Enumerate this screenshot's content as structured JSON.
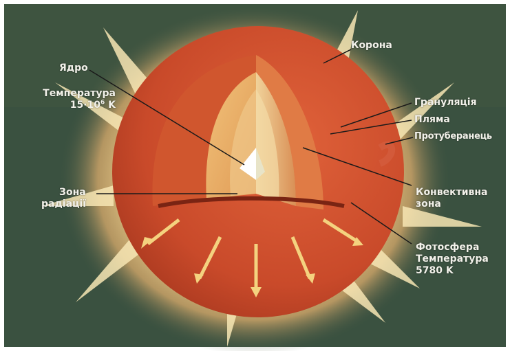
{
  "labels": {
    "core": {
      "name": "Ядро",
      "temp_label": "Температура",
      "temp_value": "15·10",
      "temp_exp": "6",
      "temp_unit": " K"
    },
    "corona": "Корона",
    "granulation": "Грануляція",
    "spot": "Пляма",
    "prominences": "Протуберанець",
    "convective": {
      "line1": "Конвективна",
      "line2": "зона"
    },
    "radiation": {
      "line1": "Зона",
      "line2": "радіації"
    },
    "photosphere": {
      "line1": "Фотосфера",
      "line2": "Температура",
      "line3": "5780 K"
    }
  },
  "colors": {
    "background": "#3a5140",
    "frame": "#ffffff",
    "corona_glow": "#f6dfa0",
    "photosphere": "#c94a2a",
    "convective_zone": "#e0703a",
    "radiation_zone": "#eab066",
    "core": "#f7f3dc",
    "label_text": "#f2f1ea",
    "leader_line": "#1a1a1a"
  }
}
